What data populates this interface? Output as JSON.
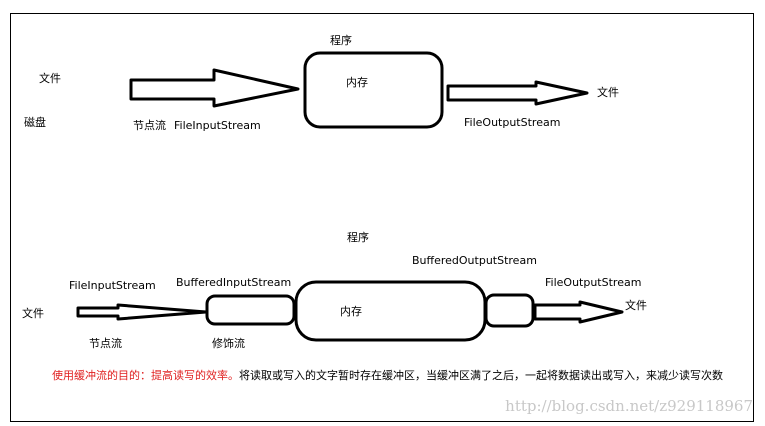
{
  "top_diagram": {
    "program_label": "程序",
    "memory_label": "内存",
    "file_left_label": "文件",
    "disk_label": "磁盘",
    "node_stream_label": "节点流",
    "input_stream_label": "FileInputStream",
    "output_stream_label": "FileOutputStream",
    "file_right_label": "文件"
  },
  "bottom_diagram": {
    "program_label": "程序",
    "memory_label": "内存",
    "file_left_label": "文件",
    "file_input_label": "FileInputStream",
    "buffered_input_label": "BufferedInputStream",
    "buffered_output_label": "BufferedOutputStream",
    "file_output_label": "FileOutputStream",
    "file_right_label": "文件",
    "node_stream_label": "节点流",
    "wrapper_stream_label": "修饰流"
  },
  "note": {
    "highlight": "使用缓冲流的目的：提高读写的效率。",
    "rest": "将读取或写入的文字暂时存在缓冲区，当缓冲区满了之后，一起将数据读出或写入，来减少读写次数"
  },
  "watermark": "http://blog.csdn.net/z929118967",
  "colors": {
    "stroke": "#000000",
    "highlight": "#e02020",
    "watermark": "#c8c8c8"
  }
}
